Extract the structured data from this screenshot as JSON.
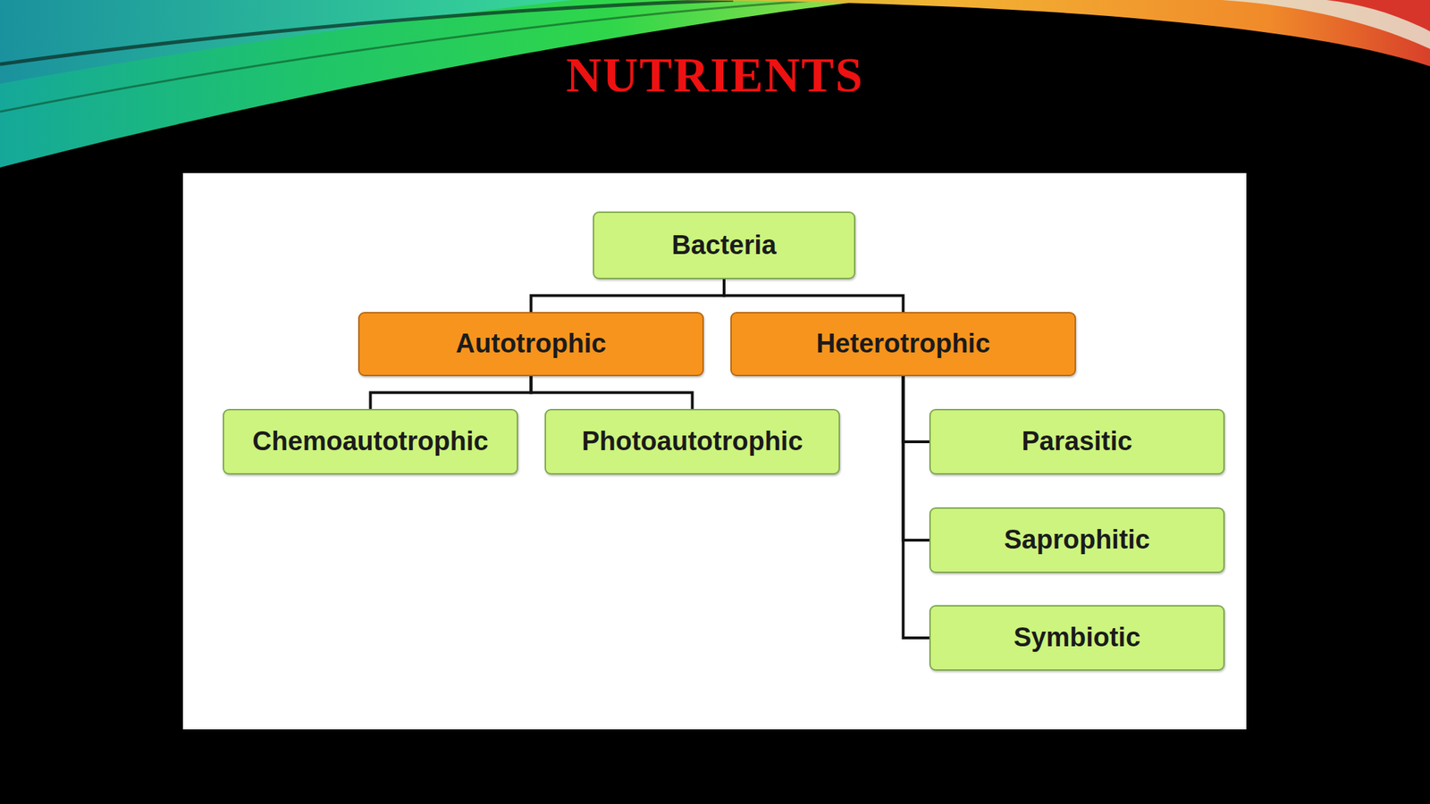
{
  "diagram": {
    "title": "NUTRIENTS",
    "nodes": [
      {
        "text": [
          "Bacteria"
        ]
      },
      {
        "text": [
          "Autotrophic"
        ]
      },
      {
        "text": [
          "Heterotrophic"
        ]
      },
      {
        "text": [
          "Chemoautotrophic"
        ]
      },
      {
        "text": [
          "Photoautotrophic"
        ]
      },
      {
        "text": [
          "Parasitic"
        ]
      },
      {
        "text": [
          "Saprophitic"
        ]
      },
      {
        "text": [
          "Symbiotic"
        ]
      }
    ],
    "edges": [
      {
        "from": 0,
        "to": 1,
        "arrow": "none"
      },
      {
        "from": 0,
        "to": 2,
        "arrow": "none"
      },
      {
        "from": 1,
        "to": 3,
        "arrow": "none"
      },
      {
        "from": 1,
        "to": 4,
        "arrow": "none"
      },
      {
        "from": 2,
        "to": 5,
        "arrow": "none"
      },
      {
        "from": 2,
        "to": 6,
        "arrow": "none"
      },
      {
        "from": 2,
        "to": 7,
        "arrow": "none"
      }
    ]
  }
}
